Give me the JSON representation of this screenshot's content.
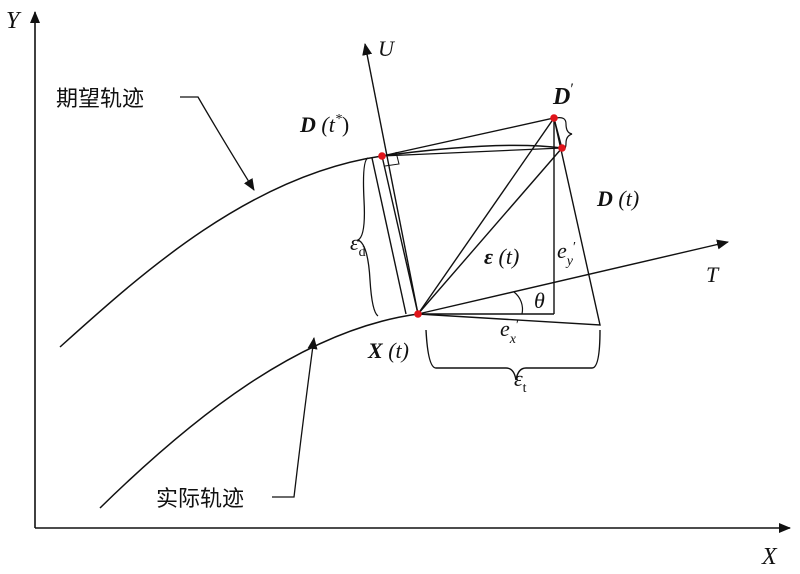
{
  "axes": {
    "x_label": "X",
    "y_label": "Y"
  },
  "local_axes": {
    "u_label": "U",
    "t_label": "T"
  },
  "curves": {
    "desired_label": "期望轨迹",
    "actual_label": "实际轨迹"
  },
  "points": {
    "d_tstar": {
      "bold": "D",
      "rest": " (t",
      "sup": "*",
      "close": ")"
    },
    "d_prime": {
      "main": "D",
      "sup": "′"
    },
    "d_t": {
      "bold": "D",
      "rest": " (t)"
    },
    "x_t": {
      "bold": "X",
      "rest": " (t)"
    }
  },
  "errors": {
    "eps_t": {
      "bold": "ε",
      "rest": " (t)"
    },
    "eps_d": {
      "main": "ε",
      "sub": "d"
    },
    "eps_tt": {
      "main": "ε",
      "sub": "t"
    },
    "e_x": {
      "main": "e",
      "sub": "x",
      "sup": "′"
    },
    "e_y": {
      "main": "e",
      "sub": "y",
      "sup": "′"
    },
    "theta": "θ"
  },
  "colors": {
    "line": "#111111",
    "point": "#e0151b"
  }
}
